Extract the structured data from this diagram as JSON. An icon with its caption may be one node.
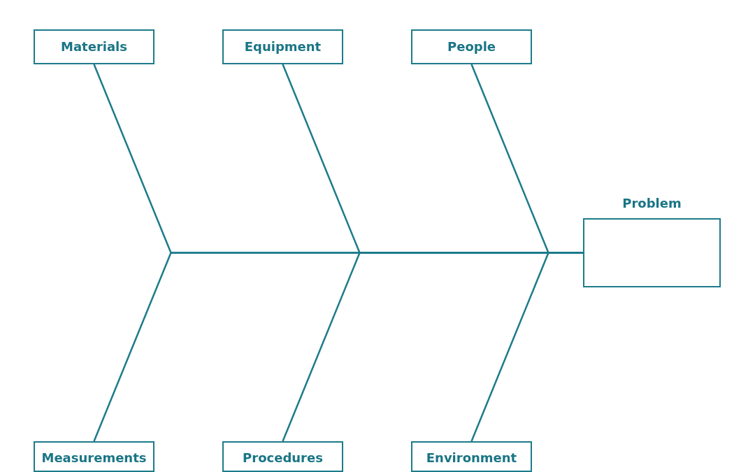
{
  "diagram": {
    "nodes": [
      {
        "text": [
          "Materials"
        ]
      },
      {
        "text": [
          "Equipment"
        ]
      },
      {
        "text": [
          "People"
        ]
      },
      {
        "text": [
          "Problem"
        ]
      },
      {
        "text": [
          "Measurements"
        ]
      },
      {
        "text": [
          "Procedures"
        ]
      },
      {
        "text": [
          "Environment"
        ]
      }
    ],
    "edges": [
      {
        "from": 0,
        "to": 3,
        "arrow": "none"
      },
      {
        "from": 4,
        "to": 3,
        "arrow": "none"
      },
      {
        "from": 1,
        "to": 3,
        "arrow": "none"
      },
      {
        "from": 5,
        "to": 3,
        "arrow": "none"
      },
      {
        "from": 2,
        "to": 3,
        "arrow": "none"
      },
      {
        "from": 6,
        "to": 3,
        "arrow": "none"
      }
    ]
  }
}
